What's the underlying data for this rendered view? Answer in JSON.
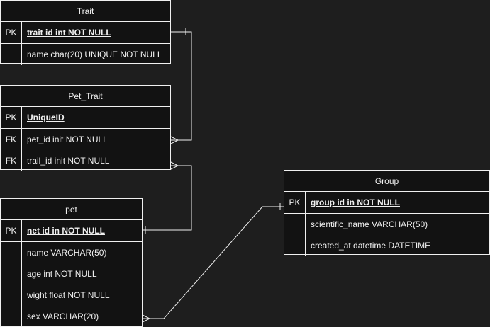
{
  "tables": {
    "trait": {
      "title": "Trait",
      "rows": [
        {
          "key": "PK",
          "field": "trait id int NOT NULL"
        },
        {
          "key": "",
          "field": "name char(20) UNIQUE NOT NULL"
        }
      ]
    },
    "pet_trait": {
      "title": "Pet_Trait",
      "rows": [
        {
          "key": "PK",
          "field": "UniqueID"
        },
        {
          "key": "FK",
          "field": "pet_id init NOT NULL"
        },
        {
          "key": "FK",
          "field": "trail_id init NOT NULL"
        }
      ]
    },
    "pet": {
      "title": "pet",
      "rows": [
        {
          "key": "PK",
          "field": "net id in NOT NULL"
        },
        {
          "key": "",
          "field": "name VARCHAR(50)"
        },
        {
          "key": "",
          "field": "age int NOT NULL"
        },
        {
          "key": "",
          "field": "wight float NOT NULL"
        },
        {
          "key": "",
          "field": "sex VARCHAR(20)"
        }
      ]
    },
    "group": {
      "title": "Group",
      "rows": [
        {
          "key": "PK",
          "field": "group id in NOT NULL"
        },
        {
          "key": "",
          "field": "scientific_name VARCHAR(50)"
        },
        {
          "key": "",
          "field": "created_at datetime  DATETIME"
        }
      ]
    }
  },
  "colors": {
    "background": "#1e1e1e",
    "table_fill": "#121212",
    "stroke": "#f0f0f0"
  }
}
